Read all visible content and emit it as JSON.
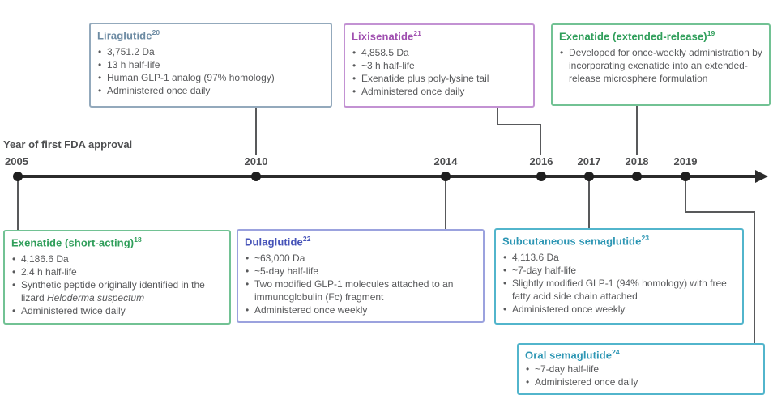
{
  "figure": {
    "type": "timeline-diagram",
    "subject": "GLP-1 receptor agonist drugs by year of first FDA approval"
  },
  "palette": {
    "slate_blue": "#6d8ba3",
    "purple": "#a050b0",
    "green": "#2f9e5a",
    "indigo": "#4653b8",
    "teal": "#2d96b4",
    "body_text": "#58595b",
    "axis": "#2b2b2b"
  },
  "timeline": {
    "label": "Year of first FDA approval",
    "years": [
      "2005",
      "2010",
      "2014",
      "2016",
      "2017",
      "2018",
      "2019"
    ]
  },
  "boxes": {
    "liraglutide": {
      "title": "Liraglutide",
      "ref": "20",
      "year": "2010",
      "bullets": [
        "3,751.2 Da",
        "13 h half-life",
        "Human GLP-1 analog (97% homology)",
        "Administered once daily"
      ]
    },
    "lixisenatide": {
      "title": "Lixisenatide",
      "ref": "21",
      "year": "2016",
      "bullets": [
        "4,858.5 Da",
        "~3 h half-life",
        "Exenatide plus poly-lysine tail",
        "Administered once daily"
      ]
    },
    "exenatide_er": {
      "title": "Exenatide (extended-release)",
      "ref": "19",
      "year": "2018",
      "bullets": [
        "Developed for once-weekly administration by incorporating exenatide into an extended-release microsphere formulation"
      ]
    },
    "exenatide_sa": {
      "title": "Exenatide (short-acting)",
      "ref": "18",
      "year": "2005",
      "bullets": [
        "4,186.6 Da",
        "2.4 h half-life",
        [
          "Synthetic peptide originally identified in the lizard ",
          {
            "i": "Heloderma suspectum"
          }
        ],
        "Administered twice daily"
      ]
    },
    "dulaglutide": {
      "title": "Dulaglutide",
      "ref": "22",
      "year": "2014",
      "bullets": [
        "~63,000 Da",
        "~5-day half-life",
        "Two modified GLP-1 molecules attached to an immunoglobulin (Fc) fragment",
        "Administered once weekly"
      ]
    },
    "subcutaneous_semaglutide": {
      "title": "Subcutaneous semaglutide",
      "ref": "23",
      "year": "2017",
      "bullets": [
        "4,113.6 Da",
        "~7-day half-life",
        "Slightly modified GLP-1 (94% homology) with free fatty acid side chain attached",
        "Administered once weekly"
      ]
    },
    "oral_semaglutide": {
      "title": "Oral semaglutide",
      "ref": "24",
      "year": "2019",
      "bullets": [
        "~7-day half-life",
        "Administered once daily"
      ]
    }
  }
}
